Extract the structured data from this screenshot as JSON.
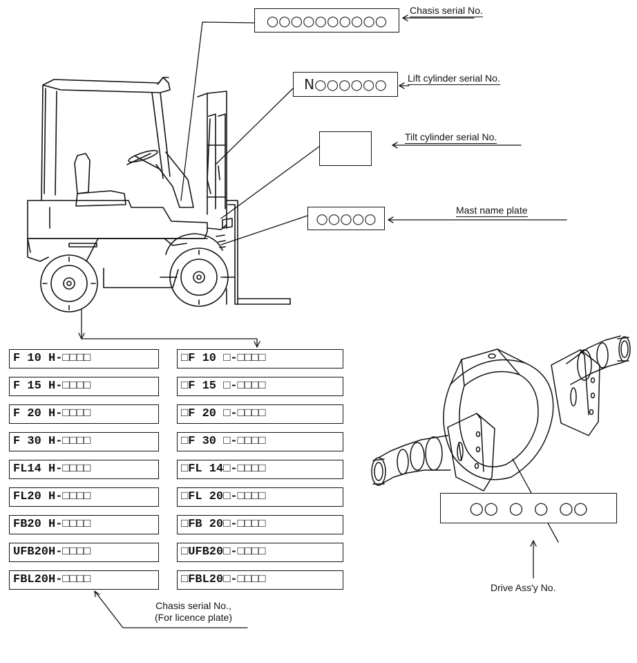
{
  "labels": {
    "chassis_serial": "Chasis serial No.",
    "lift_cylinder": "Lift cylinder serial No.",
    "tilt_cylinder": "Tilt cylinder serial No.",
    "mast_plate": "Mast name plate",
    "chassis_licence_line1": "Chasis serial No.,",
    "chassis_licence_line2": "(For licence plate)",
    "drive_assy": "Drive Ass'y No."
  },
  "plates": {
    "chassis_glyphs": "○○○○○○○○○○",
    "lift_glyphs": "N○○○○○○",
    "mast_glyphs": "○○○○○",
    "drive_glyphs": "○○  ○  ○  ○○"
  },
  "models_left": [
    "F 10 H-□□□□",
    "F 15 H-□□□□",
    "F 20 H-□□□□",
    "F 30 H-□□□□",
    "FL14 H-□□□□",
    "FL20 H-□□□□",
    "FB20 H-□□□□",
    "UFB20H-□□□□",
    "FBL20H-□□□□"
  ],
  "models_right": [
    "□F 10 □-□□□□",
    "□F 15 □-□□□□",
    "□F 20 □-□□□□",
    "□F 30 □-□□□□",
    "□FL 14□-□□□□",
    "□FL 20□-□□□□",
    "□FB 20□-□□□□",
    "□UFB20□-□□□□",
    "□FBL20□-□□□□"
  ]
}
